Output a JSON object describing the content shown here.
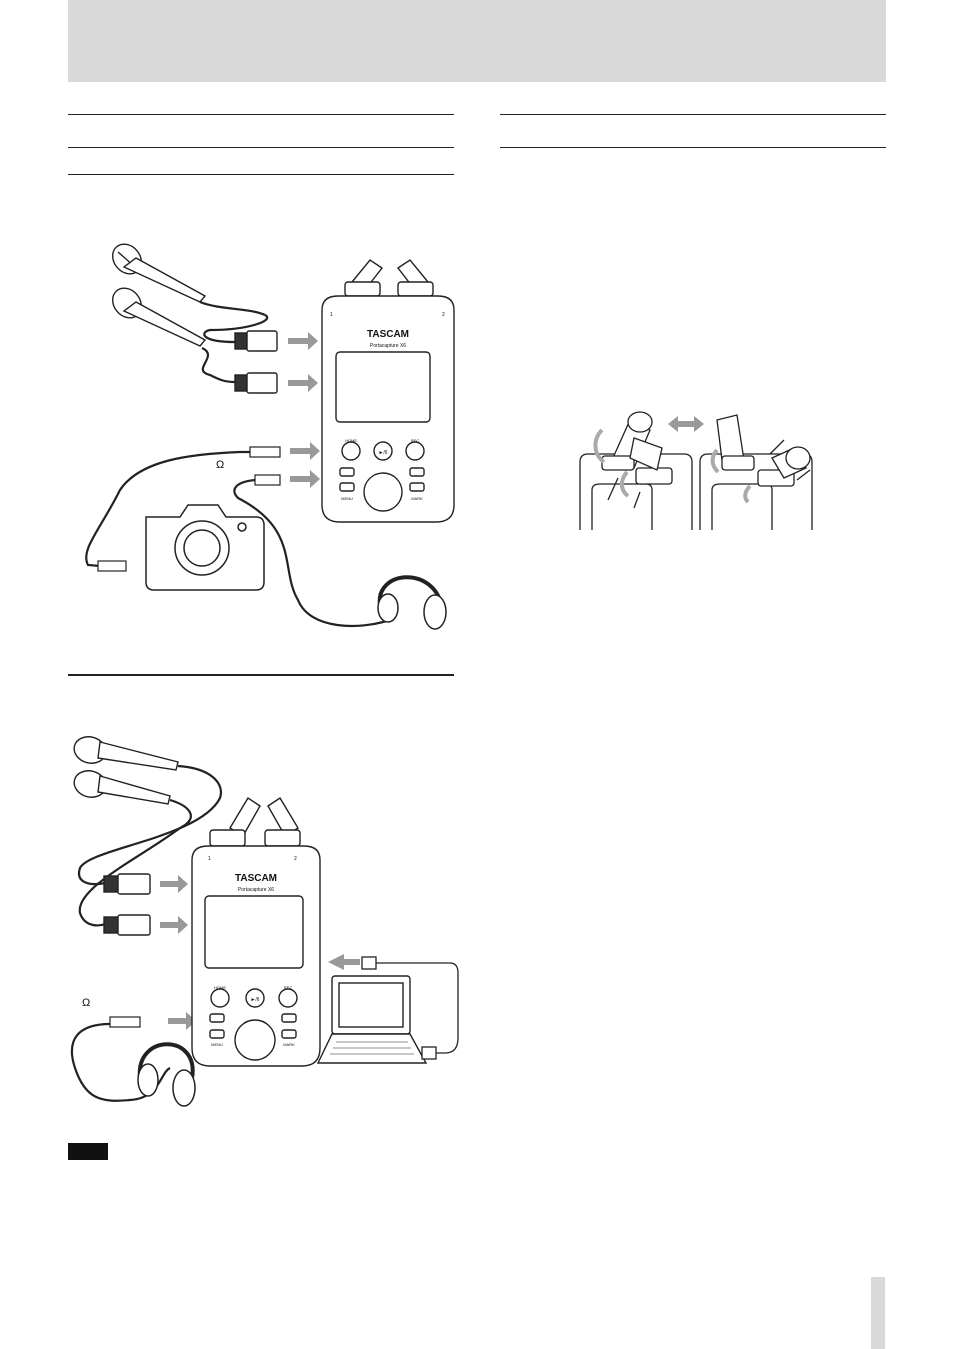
{
  "device": {
    "brand": "TASCAM",
    "model": "Portacapture X6",
    "channel_left": "1",
    "channel_right": "2",
    "home_label": "HOME",
    "play_label": "►/II",
    "rec_label": "REC",
    "menu_label": "MENU",
    "mark_label": "MARK"
  },
  "figure_top": {
    "headphone_symbol": "Ω"
  },
  "figure_bottom": {
    "headphone_symbol": "Ω"
  },
  "icons": [
    "microphone-icon",
    "camera-icon",
    "headphones-icon",
    "laptop-icon",
    "arrow-icon",
    "usb-cable-icon"
  ]
}
